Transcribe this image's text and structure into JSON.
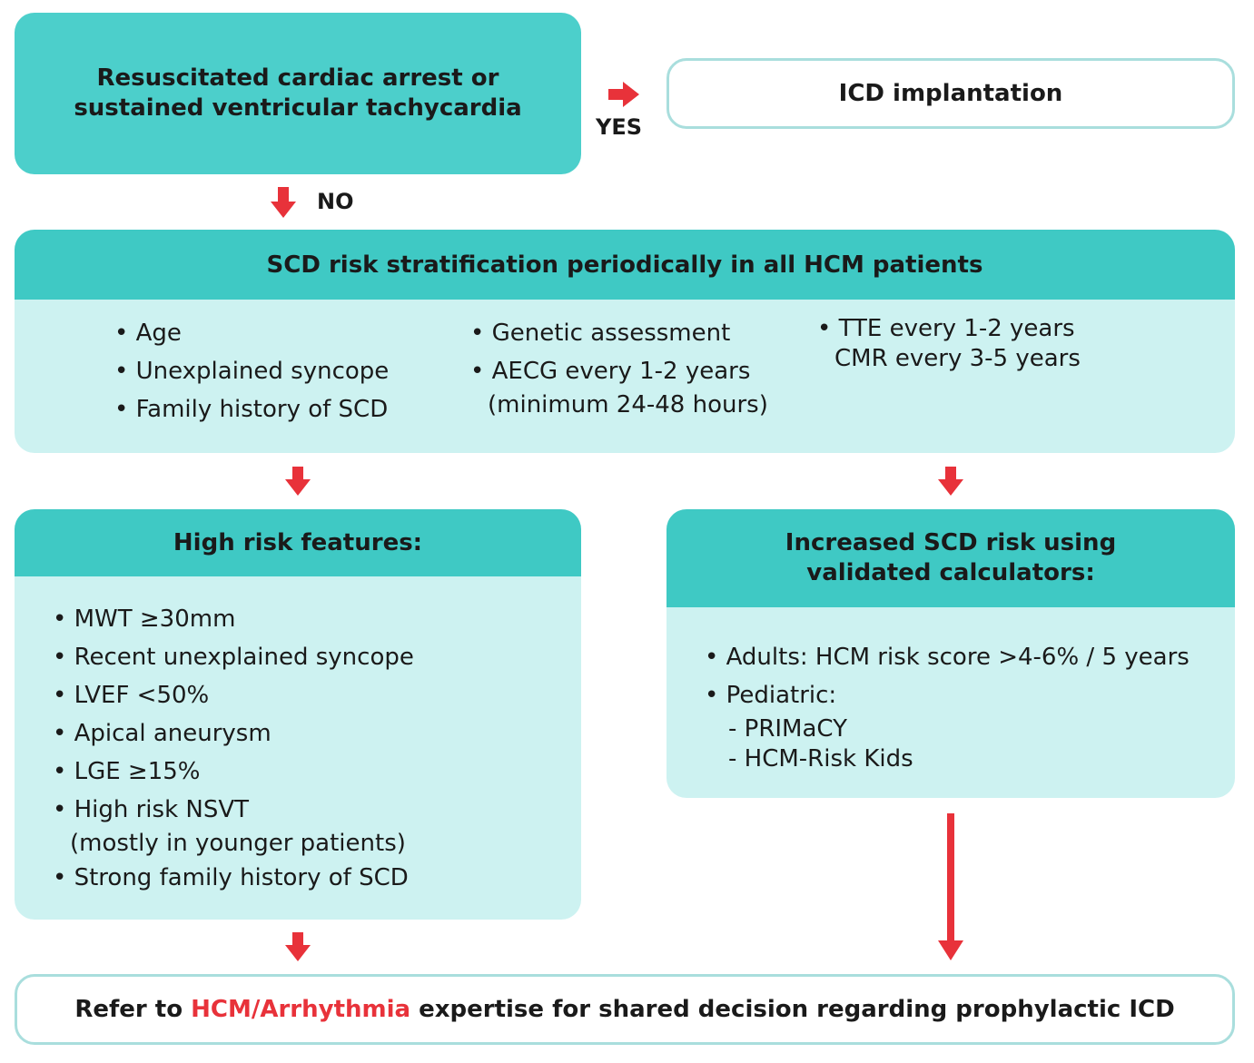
{
  "arrest_box": {
    "text": "Resuscitated cardiac arrest or sustained ventricular tachycardia"
  },
  "icd_box": {
    "text": "ICD implantation"
  },
  "yes_label": "YES",
  "no_label": "NO",
  "strat_box": {
    "header": "SCD risk stratification periodically in all HCM patients",
    "col1": [
      "• Age",
      "• Unexplained syncope",
      "• Family history of SCD"
    ],
    "col2": {
      "line1": "• Genetic assessment",
      "line2": "• AECG every 1-2 years",
      "line3": "(minimum 24-48 hours)"
    },
    "col3": {
      "line1": "• TTE every 1-2 years",
      "line2": "CMR every 3-5 years"
    }
  },
  "high_box": {
    "header": "High risk features:",
    "items": [
      "• MWT ≥30mm",
      "• Recent unexplained syncope",
      "• LVEF <50%",
      "• Apical aneurysm",
      "• LGE ≥15%",
      "• High risk NSVT"
    ],
    "nsvt_note": "(mostly in younger patients)",
    "last_item": "• Strong family history of SCD"
  },
  "calc_box": {
    "header": "Increased SCD risk using validated calculators:",
    "adults": "• Adults: HCM risk score >4-6% / 5 years",
    "pediatric": "• Pediatric:",
    "sub1": "- PRIMaCY",
    "sub2": "- HCM-Risk Kids"
  },
  "refer_box": {
    "prefix": "Refer to ",
    "highlight": "HCM/Arrhythmia",
    "suffix": " expertise for shared decision regarding prophylactic ICD"
  },
  "colors": {
    "teal": "#4ccfcb",
    "light_teal": "#cdf2f1",
    "arrow_red": "#e8323a",
    "border": "#a9dedd"
  }
}
